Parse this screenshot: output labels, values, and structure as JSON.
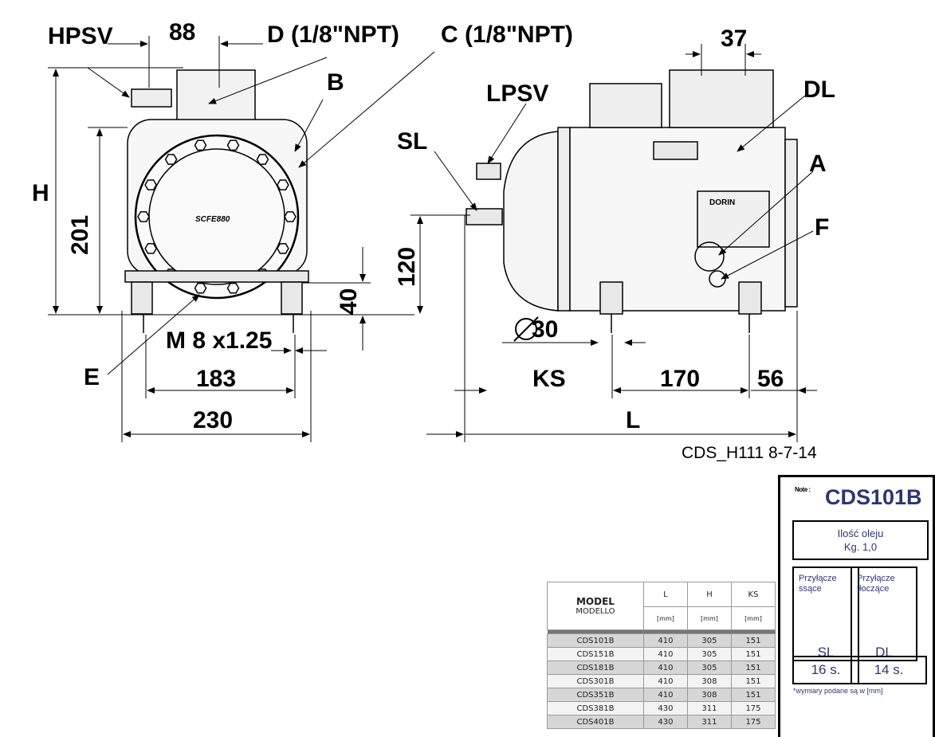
{
  "drawing": {
    "front_view": {
      "labels": {
        "hpsv": "HPSV",
        "d": "D (1/8\"NPT)",
        "c": "C (1/8\"NPT)",
        "b": "B",
        "e": "E",
        "nameplate": "SCFE880"
      },
      "dimensions": {
        "top_width": "88",
        "height": "H",
        "height_201": "201",
        "foot_height": "40",
        "thread": "M 8 x1.25",
        "foot_spacing": "183",
        "total_width": "230"
      }
    },
    "side_view": {
      "labels": {
        "lpsv": "LPSV",
        "sl": "SL",
        "dl": "DL",
        "a": "A",
        "f": "F",
        "brand": "DORIN"
      },
      "dimensions": {
        "top_offset": "37",
        "shaft_height": "120",
        "diameter": "30",
        "ks": "KS",
        "foot_spacing": "170",
        "rear_offset": "56",
        "length": "L"
      }
    },
    "drawing_code": "CDS_H111 8-7-14"
  },
  "table": {
    "headers": {
      "model": "MODEL",
      "model_it": "MODELLO",
      "l": "L",
      "h": "H",
      "ks": "KS",
      "unit": "[mm]"
    },
    "rows": [
      {
        "model": "CDS101B",
        "l": "410",
        "h": "305",
        "ks": "151"
      },
      {
        "model": "CDS151B",
        "l": "410",
        "h": "305",
        "ks": "151"
      },
      {
        "model": "CDS181B",
        "l": "410",
        "h": "305",
        "ks": "151"
      },
      {
        "model": "CDS301B",
        "l": "410",
        "h": "308",
        "ks": "151"
      },
      {
        "model": "CDS351B",
        "l": "410",
        "h": "308",
        "ks": "151"
      },
      {
        "model": "CDS381B",
        "l": "430",
        "h": "311",
        "ks": "175"
      },
      {
        "model": "CDS401B",
        "l": "430",
        "h": "311",
        "ks": "175"
      }
    ]
  },
  "panel": {
    "note": "Note :",
    "model": "CDS101B",
    "oil_label": "Ilość oleju",
    "oil_value": "Kg.  1,0",
    "suction_label_1": "Przyłącze",
    "suction_label_2": "ssące",
    "suction_code": "SL",
    "discharge_label_1": "Przyłącze",
    "discharge_label_2": "tłoczące",
    "discharge_code": "DL",
    "suction_size": "16 s.",
    "discharge_size": "14 s.",
    "footnote": "*wymiary podane są w [mm]",
    "text_color": "#2c3574"
  }
}
